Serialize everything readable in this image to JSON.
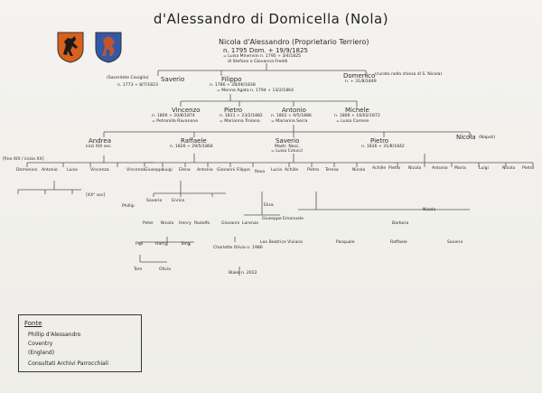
{
  "title": "d'Alessandro di Domicella (Nola)",
  "crests": [
    {
      "name": "left-crest",
      "field": "#d8621c",
      "charge": "#1c1a18"
    },
    {
      "name": "right-crest",
      "field": "#3258a8",
      "charge": "#c0542a"
    }
  ],
  "root": {
    "name": "Nicola d'Alessandro (Proprietario Terriero)",
    "birth": "n. 1795 Dom. + 19/9/1825",
    "spouse1": "= Luisa Minervini n. 1795 + 3/4/1825",
    "spouse2": "di Stefano e Giovanna Freddi"
  },
  "gen2": [
    {
      "name": "Saverio",
      "role": "(Sacerdote Caviglio)",
      "dates": "n. 1773 + 8/7/1823"
    },
    {
      "name": "Filippo",
      "dates": "n. 1786 + 28/06/1838",
      "spouse": "= Menna Agata n. 1794 + 13/2/1864"
    },
    {
      "name": "Domenico",
      "role": "(curato nella chiesa di S. Nicola)",
      "dates": "n. + 31/8/1849"
    }
  ],
  "gen3": [
    {
      "name": "Vincenzo",
      "dates": "n. 1806 + 20/8/1874",
      "spouse": "= Petronilla Ravanone"
    },
    {
      "name": "Pietro",
      "dates": "n. 1811 + 23/2/1882",
      "spouse": "= Marianna Troiano"
    },
    {
      "name": "Antonio",
      "dates": "n. 1802 + 9/5/1886",
      "spouse": "= Marianna Serra"
    },
    {
      "name": "Michele",
      "dates": "n. 1806 + 16/02/1872",
      "spouse": "= Luisa Carrese"
    }
  ],
  "gen4": [
    {
      "name": "Andrea",
      "note": "inizi XIX sec."
    },
    {
      "name": "Raffaele",
      "dates": "n. 1826 + 29/5/1864"
    },
    {
      "name": "Saverio",
      "note": "Mastr. Nasc.",
      "spouse": "= Luisa Colucci"
    },
    {
      "name": "Pietro",
      "dates": "n. 1836 + 31/8/1842"
    },
    {
      "name": "Nicola",
      "note": "(Napoli)"
    }
  ],
  "era_labels": [
    "[fine XIX / inizio XX]",
    "[XX° sec]"
  ],
  "gen5_left": [
    "Domenico",
    "Antonio",
    "Luisa",
    "Vincenza",
    "Vincenzo"
  ],
  "gen5_mid": [
    "Giuseppe",
    "Luigi",
    "Elena",
    "Antonio",
    "Giovanni",
    "Filippo",
    "Rosa",
    "Lucia"
  ],
  "gen5_right": [
    "Achille",
    "Pietro",
    "Teresa",
    "Nicola",
    "Achille",
    "Pietro",
    "Nicola",
    "Antonio",
    "Maria",
    "Luigi",
    "Nicola",
    "Pietro"
  ],
  "gen6": [
    "Saverio",
    "Enrico",
    "Peter",
    "Nicola",
    "Henry",
    "Phillip",
    "Rodolfo",
    "Giovanni",
    "Lorenzo",
    "Giuseppe",
    "Emanuele",
    "Elisa",
    "Barbara",
    "Nicola"
  ],
  "gen7": [
    "Phil",
    "Harry",
    "Tony",
    "Charlotte Olivia n. 1986",
    "Leo Beatrice Viviana",
    "Pasquale",
    "Raffaele",
    "Saverio"
  ],
  "gen8": [
    "Tom",
    "Olivia",
    "Blake n. 2022"
  ],
  "fonte": {
    "heading": "Fonte",
    "lines": [
      "Phillip d'Alessandro",
      "Coventry",
      "(England)",
      "Consultati Archivi Parrocchiali"
    ]
  }
}
